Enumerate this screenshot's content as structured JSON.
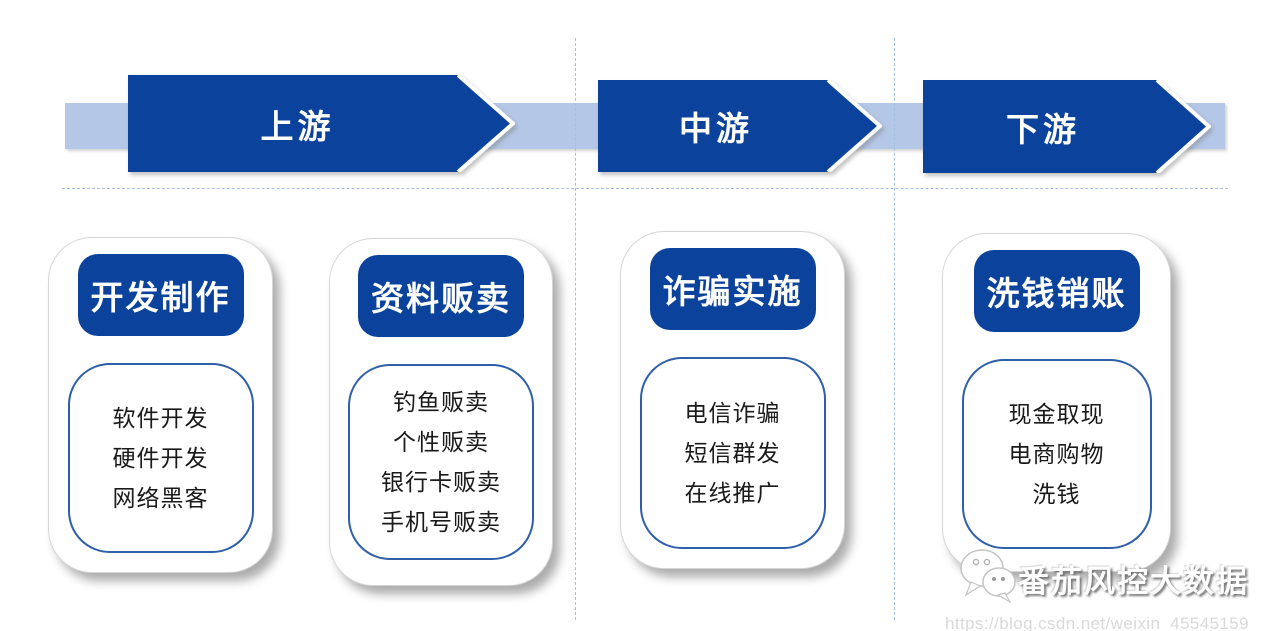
{
  "colors": {
    "primary_blue": "#0B429B",
    "band_blue": "#B4C7E7",
    "guide_blue": "#A4C0E4",
    "inner_border_blue": "#2E5FA8",
    "item_text": "#1A1A1A",
    "watermark_url_gray": "#D9D9D9"
  },
  "stages": [
    {
      "label": "上游"
    },
    {
      "label": "中游"
    },
    {
      "label": "下游"
    }
  ],
  "columns": [
    {
      "title": "开发制作",
      "items": [
        "软件开发",
        "硬件开发",
        "网络黑客"
      ]
    },
    {
      "title": "资料贩卖",
      "items": [
        "钓鱼贩卖",
        "个性贩卖",
        "银行卡贩卖",
        "手机号贩卖"
      ]
    },
    {
      "title": "诈骗实施",
      "items": [
        "电信诈骗",
        "短信群发",
        "在线推广"
      ]
    },
    {
      "title": "洗钱销账",
      "items": [
        "现金取现",
        "电商购物",
        "洗钱"
      ]
    }
  ],
  "watermark": {
    "icon": "wechat-icon",
    "brand": "番茄风控大数据",
    "url": "https://blog.csdn.net/weixin_45545159"
  }
}
